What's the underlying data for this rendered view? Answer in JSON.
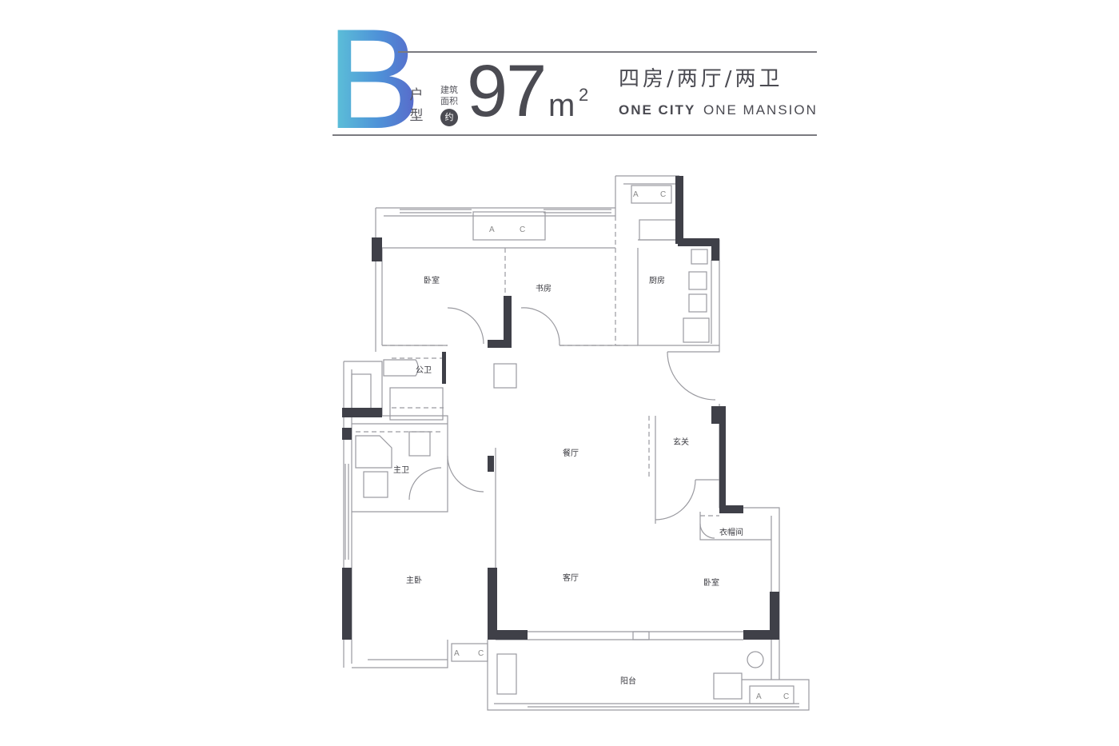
{
  "header": {
    "unit_letter": "B",
    "unit_type_label": "户型",
    "area_label": "建筑面积",
    "approx_label": "约",
    "area_value": "97",
    "area_unit": "m",
    "area_unit_sup": "2",
    "rooms_summary": "四房/两厅/两卫",
    "slogan_bold": "ONE CITY",
    "slogan_light": "ONE MANSION"
  },
  "colors": {
    "letter_gradient_start": "#5fc9d8",
    "letter_gradient_end": "#5a64c8",
    "wall_dark": "#3f4048",
    "line": "#9a9aa0",
    "text": "#4b4b52"
  },
  "floor_plan": {
    "rooms": {
      "bedroom_north": "卧室",
      "study": "书房",
      "kitchen": "厨房",
      "public_bath": "公卫",
      "master_bath": "主卫",
      "dining": "餐厅",
      "entrance": "玄关",
      "cloakroom": "衣帽间",
      "master_bedroom": "主卧",
      "living": "客厅",
      "bedroom_south": "卧室",
      "balcony": "阳台"
    },
    "ac_unit_letters": {
      "a": "A",
      "c": "C"
    }
  }
}
